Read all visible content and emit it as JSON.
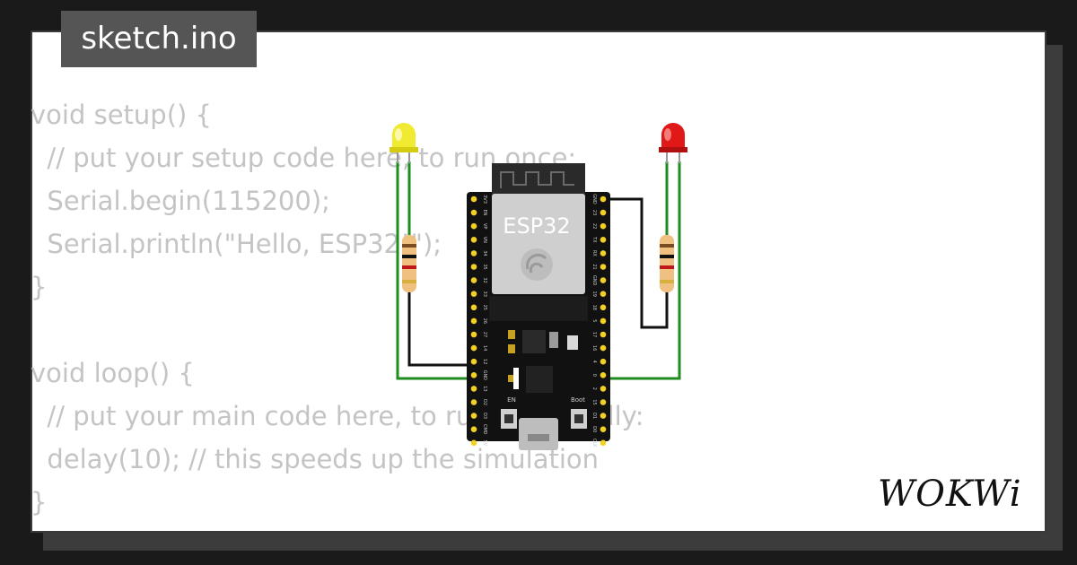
{
  "tab": {
    "filename": "sketch.ino"
  },
  "code_lines": [
    "void setup() {",
    "  // put your setup code here, to run once:",
    "  Serial.begin(115200);",
    "  Serial.println(\"Hello, ESP32!\");",
    "}",
    "",
    "void loop() {",
    "  // put your main code here, to run repeatedly:",
    "  delay(10); // this speeds up the simulation",
    "}"
  ],
  "board": {
    "chip_label": "ESP32",
    "en_label": "EN",
    "boot_label": "Boot",
    "left_pins": [
      "3V3",
      "EN",
      "VP",
      "VN",
      "34",
      "35",
      "32",
      "33",
      "25",
      "26",
      "27",
      "14",
      "12",
      "GND",
      "13",
      "D2",
      "D3",
      "CMD",
      "5V"
    ],
    "right_pins": [
      "GND",
      "23",
      "22",
      "TX",
      "RX",
      "21",
      "GND",
      "19",
      "18",
      "5",
      "17",
      "16",
      "4",
      "0",
      "2",
      "15",
      "D1",
      "D0",
      "CLK"
    ]
  },
  "leds": {
    "left_color": "yellow",
    "right_color": "red"
  },
  "logo": {
    "text": "WOKWi"
  },
  "colors": {
    "background": "#1a1a1a",
    "card": "#ffffff",
    "tab": "#555555",
    "code_text": "#c4c4c4",
    "board": "#111111",
    "wire_green": "#1e8c1e",
    "wire_black": "#111111"
  }
}
